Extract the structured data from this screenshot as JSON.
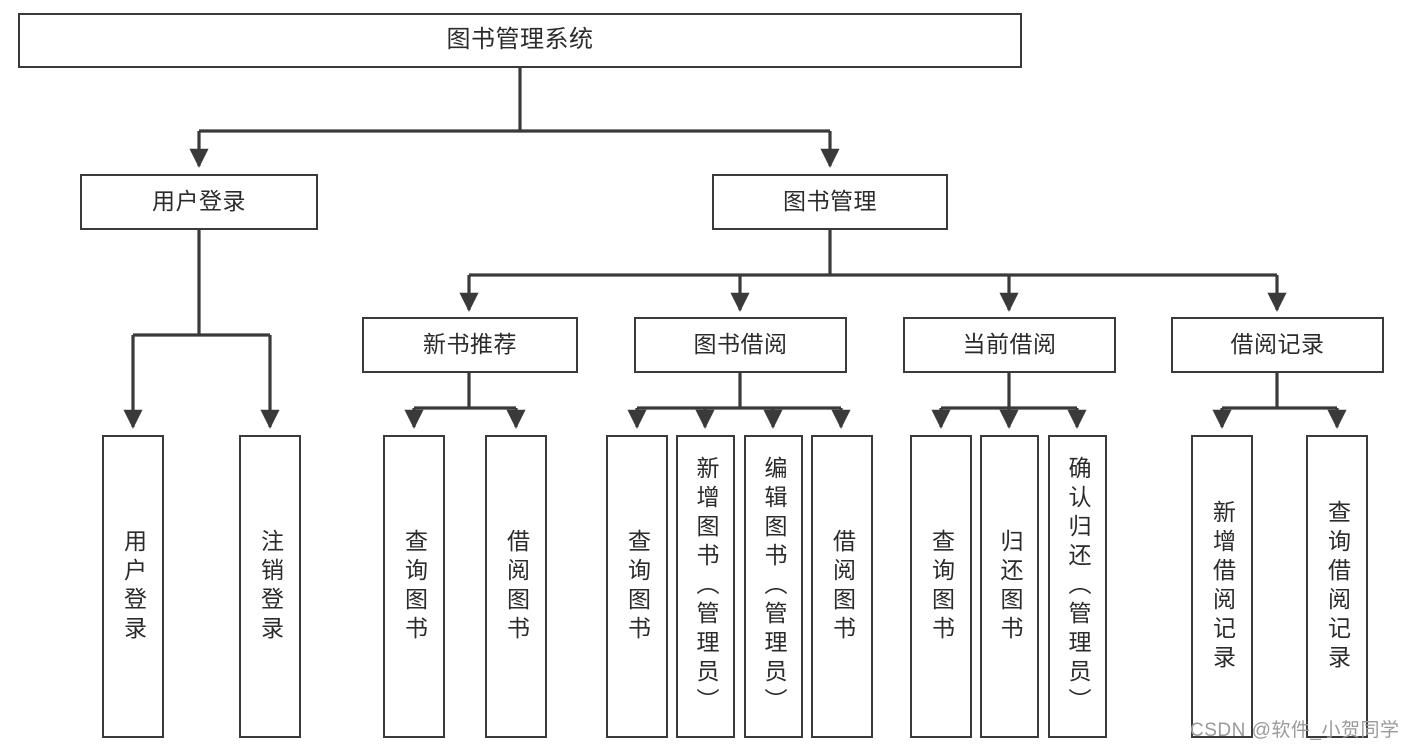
{
  "diagram": {
    "type": "tree-hierarchy",
    "title": "图书管理系统",
    "orientation": "top-down",
    "colors": {
      "box_border": "#3a3a3a",
      "box_fill": "#ffffff",
      "connector": "#3a3a3a",
      "text": "#2b2b2b",
      "watermark": "#9a9a9a"
    },
    "root": {
      "label": "图书管理系统"
    },
    "level2": [
      {
        "id": "user-login",
        "label": "用户登录"
      },
      {
        "id": "book-management",
        "label": "图书管理"
      }
    ],
    "level3": [
      {
        "id": "new-book-recommend",
        "label": "新书推荐",
        "parent": "book-management"
      },
      {
        "id": "book-borrow",
        "label": "图书借阅",
        "parent": "book-management"
      },
      {
        "id": "current-borrow",
        "label": "当前借阅",
        "parent": "book-management"
      },
      {
        "id": "borrow-record",
        "label": "借阅记录",
        "parent": "book-management"
      }
    ],
    "leaves": [
      {
        "id": "leaf-user-login",
        "label": "用户登录",
        "parent": "user-login"
      },
      {
        "id": "leaf-logout-login",
        "label": "注销登录",
        "parent": "user-login"
      },
      {
        "id": "leaf-query-book-1",
        "label": "查询图书",
        "parent": "new-book-recommend"
      },
      {
        "id": "leaf-borrow-book-1",
        "label": "借阅图书",
        "parent": "new-book-recommend"
      },
      {
        "id": "leaf-query-book-2",
        "label": "查询图书",
        "parent": "book-borrow"
      },
      {
        "id": "leaf-add-book-admin",
        "label": "新增图书（管理员）",
        "parent": "book-borrow"
      },
      {
        "id": "leaf-edit-book-admin",
        "label": "编辑图书（管理员）",
        "parent": "book-borrow"
      },
      {
        "id": "leaf-borrow-book-2",
        "label": "借阅图书",
        "parent": "book-borrow"
      },
      {
        "id": "leaf-query-book-3",
        "label": "查询图书",
        "parent": "current-borrow"
      },
      {
        "id": "leaf-return-book",
        "label": "归还图书",
        "parent": "current-borrow"
      },
      {
        "id": "leaf-confirm-return-admin",
        "label": "确认归还（管理员）",
        "parent": "current-borrow"
      },
      {
        "id": "leaf-add-borrow-record",
        "label": "新增借阅记录",
        "parent": "borrow-record"
      },
      {
        "id": "leaf-query-borrow-record",
        "label": "查询借阅记录",
        "parent": "borrow-record"
      }
    ]
  },
  "watermark": {
    "text": "CSDN @软件_小贺同学"
  }
}
